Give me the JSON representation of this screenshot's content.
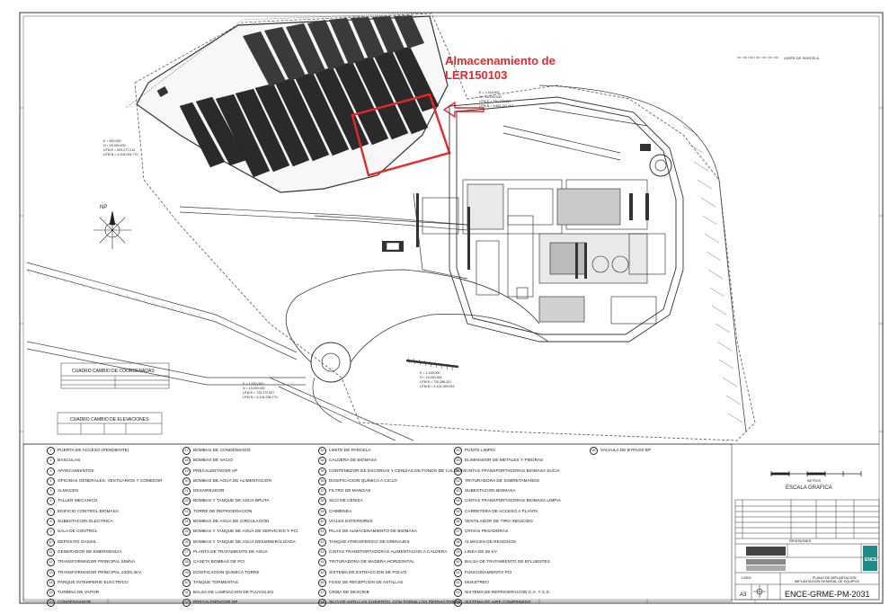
{
  "annotation": {
    "line1": "Almacenamiento de",
    "line2": "LER150103"
  },
  "legend_line_label": "LIMITE DE PARCELA",
  "north_label": "NP",
  "scale_label": "ESCALA GRAFICA",
  "scale_units": "METROS",
  "coords_table": {
    "title": "CUADRO CAMBIO DE COORDENADAS"
  },
  "elev_table": {
    "title": "CUADRO CAMBIO DE ELEVACIONES"
  },
  "legend_items": [
    {
      "n": "1",
      "t": "PUERTA DE ACCESO (PENDIENTE)"
    },
    {
      "n": "2",
      "t": "BASCULAS"
    },
    {
      "n": "3",
      "t": "APARCAMIENTOS"
    },
    {
      "n": "4",
      "t": "OFICINAS GENERALES, VESTUARIOS Y COMEDOR"
    },
    {
      "n": "5",
      "t": "ALMACEN"
    },
    {
      "n": "6",
      "t": "TALLER MECANICO"
    },
    {
      "n": "7",
      "t": "EDIFICIO CONTROL BIOMASA"
    },
    {
      "n": "8",
      "t": "SUBESTACION ELECTRICA"
    },
    {
      "n": "9",
      "t": "SALA DE CONTROL"
    },
    {
      "n": "10",
      "t": "DEPOSITO GASOIL"
    },
    {
      "n": "11",
      "t": "GENERADOR DE EMERGENCIA"
    },
    {
      "n": "12",
      "t": "TRANSFORMADOR PRINCIPAL 50MVA"
    },
    {
      "n": "13",
      "t": "TRANSFORMADOR PRINCIPAL 220/6,3KV"
    },
    {
      "n": "14",
      "t": "PARQUE INTEMPERIE ELECTRICO"
    },
    {
      "n": "15",
      "t": "TURBINA DE VAPOR"
    },
    {
      "n": "16",
      "t": "CONDENSADOR"
    },
    {
      "n": "17",
      "t": "BOMBAS DE CONDENSADO"
    },
    {
      "n": "18",
      "t": "BOMBAS DE VACIO"
    },
    {
      "n": "19",
      "t": "PRECALENTADOR AP"
    },
    {
      "n": "20",
      "t": "BOMBAS DE AGUA DE ALIMENTACION"
    },
    {
      "n": "21",
      "t": "DESAIREADOR"
    },
    {
      "n": "22",
      "t": "BOMBAS Y TANQUE DE AGUA BRUTA"
    },
    {
      "n": "23",
      "t": "TORRE DE REFRIGERACION"
    },
    {
      "n": "24",
      "t": "BOMBAS DE AGUA DE CIRCULACION"
    },
    {
      "n": "25",
      "t": "BOMBAS Y TANQUE DE AGUA DE SERVICIOS Y PCI"
    },
    {
      "n": "26",
      "t": "BOMBAS Y TANQUE DE AGUA DESMINERALIZADA"
    },
    {
      "n": "27",
      "t": "PLANTA DE TRATAMIENTO DE AGUA"
    },
    {
      "n": "28",
      "t": "CASETA BOMBAS DE PCI"
    },
    {
      "n": "29",
      "t": "DOSIFICACION QUIMICA TORRE"
    },
    {
      "n": "30",
      "t": "TANQUE TORMENTAS"
    },
    {
      "n": "31",
      "t": "BALSA DE LAMINACION DE PLUVIALES"
    },
    {
      "n": "32",
      "t": "PRECALENTADOR BP"
    },
    {
      "n": "33",
      "t": "LIMITE DE PARCELA"
    },
    {
      "n": "34",
      "t": "CALDERA DE BIOMASA"
    },
    {
      "n": "35",
      "t": "CONTENEDOR DE ESCORIAS Y CENIZAS DE FONDO DE CALDERA"
    },
    {
      "n": "36",
      "t": "DOSIFICACION QUIMICA A CICLO"
    },
    {
      "n": "37",
      "t": "FILTRO DE MANGAS"
    },
    {
      "n": "38",
      "t": "SILO DE CENIZA"
    },
    {
      "n": "39",
      "t": "CHIMENEA"
    },
    {
      "n": "40",
      "t": "VIALES EXTERIORES"
    },
    {
      "n": "41",
      "t": "PILAS DE ALMACENAMIENTO DE BIOMASA"
    },
    {
      "n": "42",
      "t": "TANQUE ATMOSFERICO DE DRENAJES"
    },
    {
      "n": "43",
      "t": "CINTAS TRANSPORTADORAS ALIMENTACION A CALDERA"
    },
    {
      "n": "44",
      "t": "TRITURADORA DE MADERA HORIZONTAL"
    },
    {
      "n": "45",
      "t": "SISTEMA DE EXTRACCION DE POLVO"
    },
    {
      "n": "46",
      "t": "FOSO DE RECEPCION DE ASTILLAS"
    },
    {
      "n": "47",
      "t": "CRIBA DE DESCRIB"
    },
    {
      "n": "48",
      "t": "SILO DE ASTILLAS CUBIERTO, CON TORNILLOS EXTRACTORES"
    },
    {
      "n": "49",
      "t": "PUNTO LIMPIO"
    },
    {
      "n": "50",
      "t": "ELIMINADOR DE METALES Y PIEDRAS"
    },
    {
      "n": "51",
      "t": "CINTAS TRANSPORTADORAS BIOMASA SUCIA"
    },
    {
      "n": "52",
      "t": "TRITURADORA DE SOBRETAMAÑOS"
    },
    {
      "n": "53",
      "t": "SUBESTACION BIOMASA"
    },
    {
      "n": "54",
      "t": "CINTAS TRANSPORTADORAS BIOMASA LIMPIA"
    },
    {
      "n": "55",
      "t": "CARRETERA DE ACCESO A PLANTA"
    },
    {
      "n": "56",
      "t": "VENTILADOR DE TIRO INDUCIDO"
    },
    {
      "n": "57",
      "t": "CRIVAS PESADORAS"
    },
    {
      "n": "58",
      "t": "ALMACEN DE RESIDUOS"
    },
    {
      "n": "59",
      "t": "LINEA DE 66 KV"
    },
    {
      "n": "60",
      "t": "BALSA DE TRATAMIENTO DE EFLUENTES"
    },
    {
      "n": "61",
      "t": "FUNCIONAMIENTO PCI"
    },
    {
      "n": "62",
      "t": "MUESTREO"
    },
    {
      "n": "63",
      "t": "SISTEMA DE REFRIGERACION C.A. Y C.C."
    },
    {
      "n": "64",
      "t": "SISTEMA DE AIRE COMPRIMIDO"
    },
    {
      "n": "65",
      "t": "VALVULA DE BYPASS BP"
    }
  ],
  "title_block": {
    "revisions": "REVISIONES",
    "company": "ENCE",
    "plan_title": "PLANO DE IMPLANTACION",
    "plan_sub": "IMPLANTACION GENERAL DE EQUIPOS",
    "scale": "1:2500",
    "format": "A3",
    "drawing_number": "ENCE-GRME-PM-2031"
  }
}
